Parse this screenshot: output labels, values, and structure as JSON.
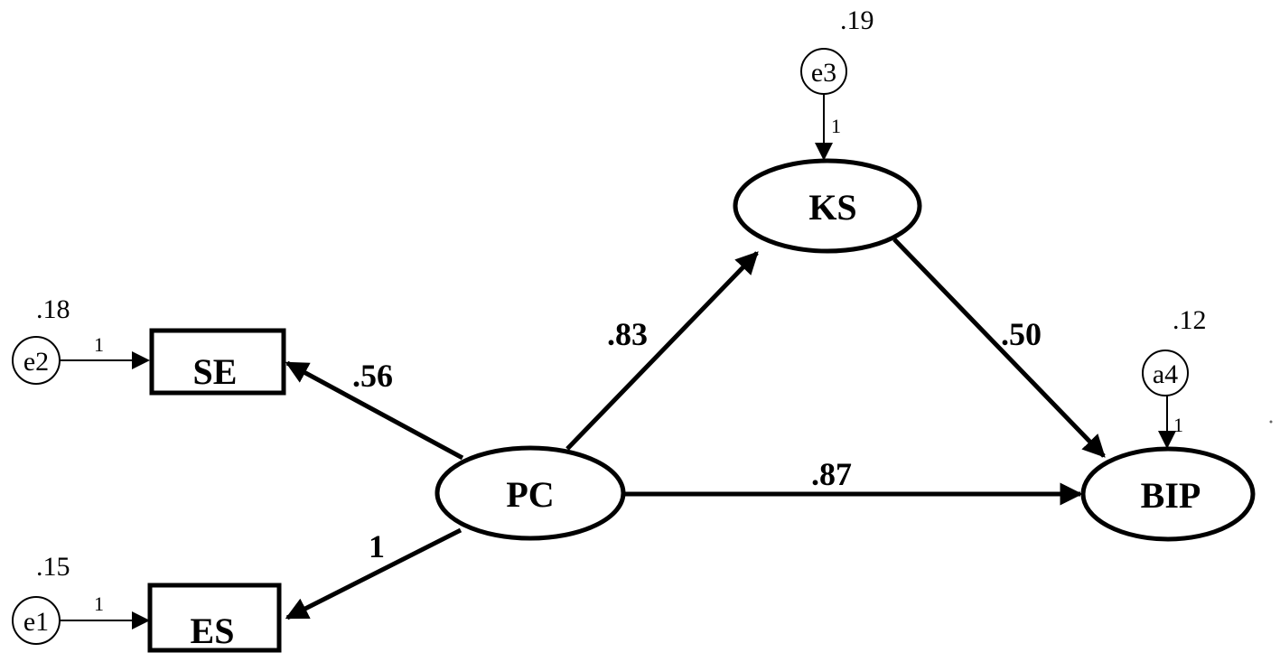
{
  "nodes": {
    "ks": "KS",
    "pc": "PC",
    "bip": "BIP",
    "se": "SE",
    "es": "ES"
  },
  "errors": {
    "e3": {
      "label": "e3",
      "variance": ".19",
      "fixed": "1"
    },
    "e2": {
      "label": "e2",
      "variance": ".18",
      "fixed": "1"
    },
    "e1": {
      "label": "e1",
      "variance": ".15",
      "fixed": "1"
    },
    "a4": {
      "label": "a4",
      "variance": ".12",
      "fixed": "1"
    }
  },
  "paths": {
    "pc_ks": ".83",
    "ks_bip": ".50",
    "pc_bip": ".87",
    "pc_se": ".56",
    "pc_es": "1"
  }
}
